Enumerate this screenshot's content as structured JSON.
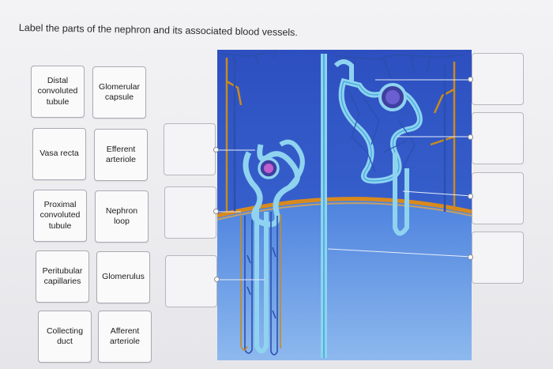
{
  "title": "Label the parts of the nephron and its associated blood vessels.",
  "labels": [
    "Distal convoluted tubule",
    "Glomerular capsule",
    "Vasa recta",
    "Efferent arteriole",
    "Proximal convoluted tubule",
    "Nephron loop",
    "Peritubular capillaries",
    "Glomerulus",
    "Collecting duct",
    "Afferent arteriole"
  ],
  "colors": {
    "lumen": "#8fd3f0",
    "tubule": "#3aa8dc",
    "artery": "#c98a1e",
    "vein": "#2a4fb0",
    "cortex_bg": "#2f55c6",
    "medulla_bg": "#5d8fe3",
    "capsule_knot": "#3f3fa0"
  }
}
